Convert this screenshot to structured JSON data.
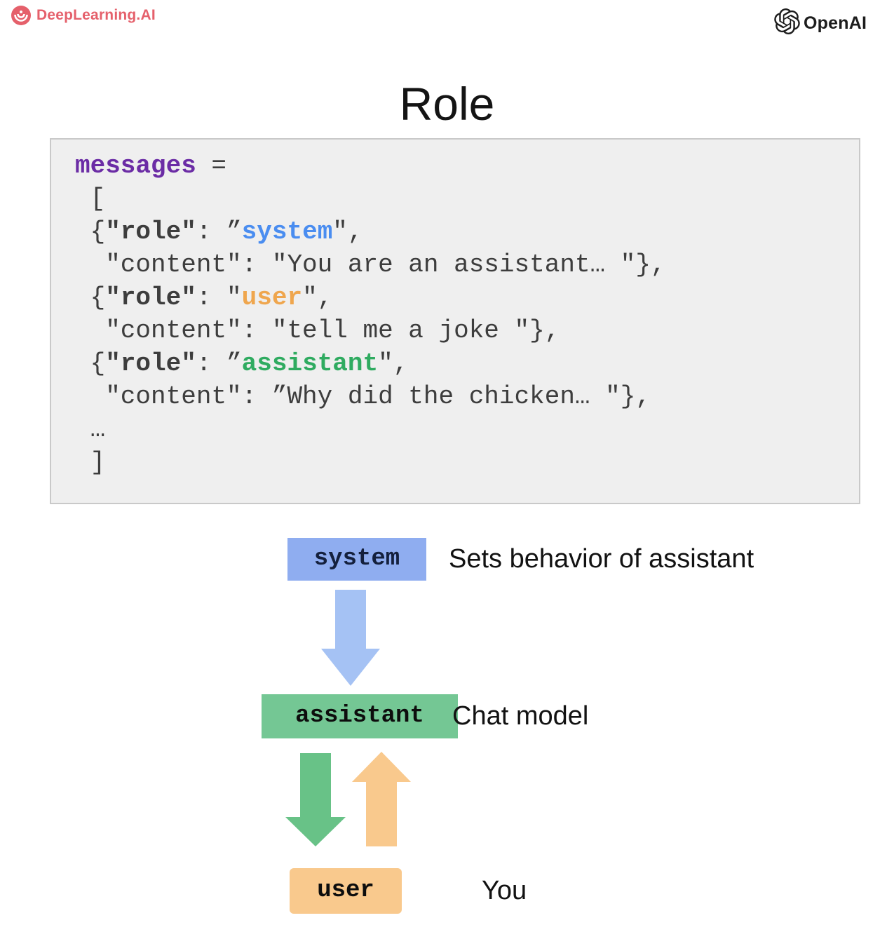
{
  "header": {
    "deeplearning_logo_text": "DeepLearning.AI",
    "openai_logo_text": "OpenAI"
  },
  "title": "Role",
  "colors": {
    "deeplearning_red": "#e5606b",
    "openai_black": "#1d1d1d",
    "code_bg": "#efefef",
    "code_gray": "#3d3d3d",
    "code_purple": "#6b2ca5",
    "code_blue": "#4a8df0",
    "code_orange": "#efa64e",
    "code_green": "#2fab60",
    "system_box": "#8fadf0",
    "arrow_blue": "#a5c2f4",
    "assistant_box": "#74c794",
    "arrow_green": "#68c287",
    "user_box": "#f9c98d",
    "arrow_orange": "#f9c98d"
  },
  "code": {
    "lines": [
      [
        {
          "t": "messages",
          "s": "var"
        },
        {
          "t": " =",
          "s": "plain"
        }
      ],
      [
        {
          "t": " [",
          "s": "plain"
        }
      ],
      [
        {
          "t": " {",
          "s": "plain"
        },
        {
          "t": "\"role\"",
          "s": "key"
        },
        {
          "t": ": ",
          "s": "plain"
        },
        {
          "t": "”",
          "s": "plain"
        },
        {
          "t": "system",
          "s": "sys"
        },
        {
          "t": "\",",
          "s": "plain"
        }
      ],
      [
        {
          "t": "  \"content\": \"You are an assistant… \"},",
          "s": "plain"
        }
      ],
      [
        {
          "t": " {",
          "s": "plain"
        },
        {
          "t": "\"role\"",
          "s": "key"
        },
        {
          "t": ": \"",
          "s": "plain"
        },
        {
          "t": "user",
          "s": "usr"
        },
        {
          "t": "\",",
          "s": "plain"
        }
      ],
      [
        {
          "t": "  \"content\": \"tell me a joke \"},",
          "s": "plain"
        }
      ],
      [
        {
          "t": " {",
          "s": "plain"
        },
        {
          "t": "\"role\"",
          "s": "key"
        },
        {
          "t": ": ",
          "s": "plain"
        },
        {
          "t": "”",
          "s": "plain"
        },
        {
          "t": "assistant",
          "s": "ast"
        },
        {
          "t": "\",",
          "s": "plain"
        }
      ],
      [
        {
          "t": "  \"content\": ”Why did the chicken… \"},",
          "s": "plain"
        }
      ],
      [
        {
          "t": " …",
          "s": "plain"
        }
      ],
      [
        {
          "t": " ]",
          "s": "plain"
        }
      ]
    ]
  },
  "diagram": {
    "system_label": "system",
    "system_caption": "Sets behavior of assistant",
    "assistant_label": "assistant",
    "assistant_caption": "Chat model",
    "user_label": "user",
    "user_caption": "You"
  }
}
